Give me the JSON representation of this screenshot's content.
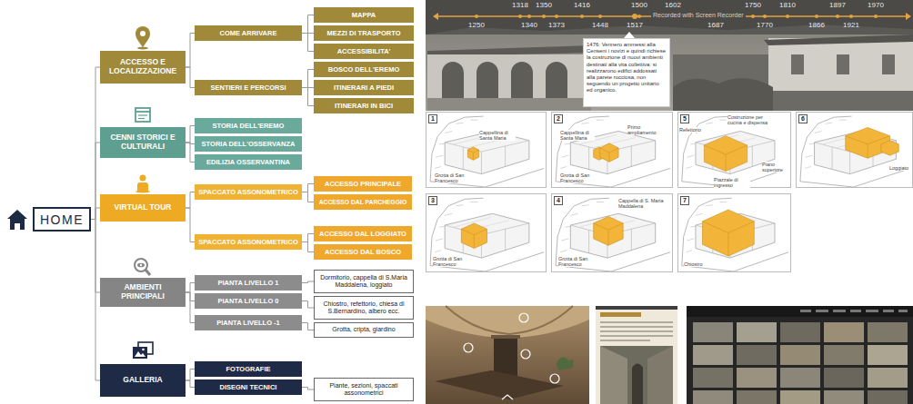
{
  "diagram": {
    "nodes": [
      {
        "text": [
          "HOME"
        ]
      },
      {
        "text": [
          "ACCESSO E LOCALIZZAZIONE"
        ]
      },
      {
        "text": [
          "COME ARRIVARE"
        ]
      },
      {
        "text": [
          "MAPPA"
        ]
      },
      {
        "text": [
          "MEZZI DI TRASPORTO"
        ]
      },
      {
        "text": [
          "ACCESSIBILITA'"
        ]
      },
      {
        "text": [
          "SENTIERI E PERCORSI"
        ]
      },
      {
        "text": [
          "BOSCO DELL'EREMO"
        ]
      },
      {
        "text": [
          "ITINERARI A PIEDI"
        ]
      },
      {
        "text": [
          "ITINERARI IN BICI"
        ]
      },
      {
        "text": [
          "CENNI STORICI E CULTURALI"
        ]
      },
      {
        "text": [
          "STORIA DELL'EREMO"
        ]
      },
      {
        "text": [
          "STORIA DELL'OSSERVANZA"
        ]
      },
      {
        "text": [
          "EDILIZIA OSSERVANTINA"
        ]
      },
      {
        "text": [
          "VIRTUAL TOUR"
        ]
      },
      {
        "text": [
          "SPACCATO ASSONOMETRICO"
        ]
      },
      {
        "text": [
          "ACCESSO PRINCIPALE"
        ]
      },
      {
        "text": [
          "ACCESSO DAL PARCHEGGIO"
        ]
      },
      {
        "text": [
          "SPACCATO ASSONOMETRICO"
        ]
      },
      {
        "text": [
          "ACCESSO DAL LOGGIATO"
        ]
      },
      {
        "text": [
          "ACCESSO DAL BOSCO"
        ]
      },
      {
        "text": [
          "AMBIENTI PRINCIPALI"
        ]
      },
      {
        "text": [
          "PIANTA LIVELLO 1"
        ]
      },
      {
        "text": [
          "Dormitorio, cappella di S.Maria Maddalena, loggiato"
        ]
      },
      {
        "text": [
          "PIANTA LIVELLO 0"
        ]
      },
      {
        "text": [
          "Chiostro, refettorio, chiesa di S.Bernardino, albero ecc."
        ]
      },
      {
        "text": [
          "PIANTA LIVELLO -1"
        ]
      },
      {
        "text": [
          "Grotta, cripta, giardino"
        ]
      },
      {
        "text": [
          "GALLERIA"
        ]
      },
      {
        "text": [
          "FOTOGRAFIE"
        ]
      },
      {
        "text": [
          "DISEGNI TECNICI"
        ]
      },
      {
        "text": [
          "Piante, sezioni, spaccati assonometrici"
        ]
      },
      {
        "text": [
          "1476: Vennero ammessi alla Censeni i novizi e quindi richiese la costruzione di nuovi ambienti destinati alla vita collettiva: si realizzarono edifici addossati alla parete rocciosa, non seguendo un progetto unitario ed organico."
        ]
      }
    ],
    "edges": [
      {
        "from": 0,
        "to": 1,
        "arrow": "none"
      },
      {
        "from": 0,
        "to": 10,
        "arrow": "none"
      },
      {
        "from": 0,
        "to": 14,
        "arrow": "none"
      },
      {
        "from": 0,
        "to": 21,
        "arrow": "none"
      },
      {
        "from": 0,
        "to": 28,
        "arrow": "none"
      },
      {
        "from": 1,
        "to": 2,
        "arrow": "none"
      },
      {
        "from": 1,
        "to": 6,
        "arrow": "none"
      },
      {
        "from": 2,
        "to": 3,
        "arrow": "none"
      },
      {
        "from": 2,
        "to": 4,
        "arrow": "none"
      },
      {
        "from": 2,
        "to": 5,
        "arrow": "none"
      },
      {
        "from": 6,
        "to": 7,
        "arrow": "none"
      },
      {
        "from": 6,
        "to": 8,
        "arrow": "none"
      },
      {
        "from": 6,
        "to": 9,
        "arrow": "none"
      },
      {
        "from": 10,
        "to": 11,
        "arrow": "none"
      },
      {
        "from": 10,
        "to": 12,
        "arrow": "none"
      },
      {
        "from": 10,
        "to": 13,
        "arrow": "none"
      },
      {
        "from": 14,
        "to": 15,
        "arrow": "none"
      },
      {
        "from": 14,
        "to": 18,
        "arrow": "none"
      },
      {
        "from": 15,
        "to": 16,
        "arrow": "none"
      },
      {
        "from": 15,
        "to": 17,
        "arrow": "none"
      },
      {
        "from": 18,
        "to": 19,
        "arrow": "none"
      },
      {
        "from": 18,
        "to": 20,
        "arrow": "none"
      },
      {
        "from": 21,
        "to": 22,
        "arrow": "none"
      },
      {
        "from": 21,
        "to": 24,
        "arrow": "none"
      },
      {
        "from": 21,
        "to": 26,
        "arrow": "none"
      },
      {
        "from": 22,
        "to": 23,
        "arrow": "none"
      },
      {
        "from": 24,
        "to": 25,
        "arrow": "none"
      },
      {
        "from": 26,
        "to": 27,
        "arrow": "none"
      },
      {
        "from": 28,
        "to": 29,
        "arrow": "none"
      },
      {
        "from": 28,
        "to": 30,
        "arrow": "none"
      },
      {
        "from": 30,
        "to": 31,
        "arrow": "none"
      }
    ],
    "labels": [
      "1318",
      "1350",
      "1416",
      "1500",
      "1602",
      "1750",
      "1810",
      "1897",
      "1970",
      "1250",
      "1340",
      "1373",
      "1448",
      "1517",
      "1687",
      "1770",
      "1866",
      "1921",
      "Recorded with Screen Recorder",
      "1",
      "Cappellina di Santa Maria",
      "Grotta di San Francesco",
      "2",
      "Cappellina di Santa Maria",
      "Primo ampliamento",
      "Grotta di San Francesco",
      "5",
      "Costruzione per cucina e dispensa",
      "Refettorio",
      "Piano superiore",
      "Piazzale di ingresso",
      "6",
      "Loggiato",
      "3",
      "Grotta di San Francesco",
      "4",
      "Cappella di S. Maria Maddalena",
      "Grotta di San Francesco",
      "7",
      "Chiostro"
    ]
  }
}
